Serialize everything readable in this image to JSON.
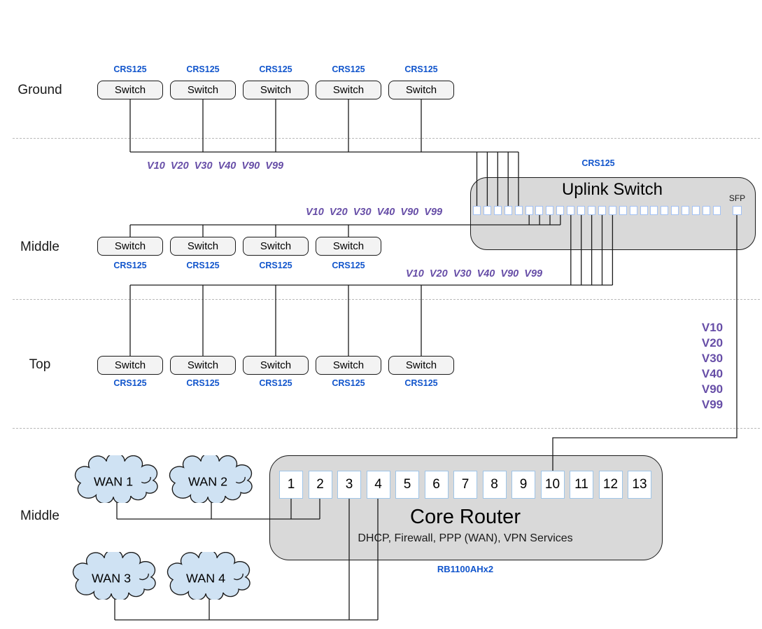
{
  "floors": {
    "ground": {
      "label": "Ground",
      "model": "CRS125",
      "switch_label": "Switch",
      "switch_count": 5,
      "vlan_label": "V10  V20  V30  V40  V90  V99"
    },
    "middle": {
      "label": "Middle",
      "model": "CRS125",
      "switch_label": "Switch",
      "switch_count": 4,
      "vlan_label": "V10  V20  V30  V40  V90  V99"
    },
    "top": {
      "label": "Top",
      "model": "CRS125",
      "switch_label": "Switch",
      "switch_count": 5,
      "vlan_label": "V10  V20  V30  V40  V90  V99"
    },
    "bottom": {
      "label": "Middle"
    }
  },
  "uplink": {
    "title": "Uplink Switch",
    "model": "CRS125",
    "sfp_label": "SFP",
    "port_count": 24
  },
  "vlan_stack": [
    "V10",
    "V20",
    "V30",
    "V40",
    "V90",
    "V99"
  ],
  "router": {
    "title": "Core Router",
    "subtitle": "DHCP, Firewall, PPP (WAN), VPN Services",
    "model": "RB1100AHx2",
    "ports": [
      "1",
      "2",
      "3",
      "4",
      "5",
      "6",
      "7",
      "8",
      "9",
      "10",
      "11",
      "12",
      "13"
    ]
  },
  "wan_clouds": [
    "WAN 1",
    "WAN 2",
    "WAN 3",
    "WAN 4"
  ],
  "colors": {
    "model_blue": "#1155cc",
    "vlan_purple": "#674ea7",
    "device_gray": "#d9d9d9",
    "switch_gray": "#f3f3f3",
    "cloud_blue": "#cfe2f3",
    "port_border_blue": "#a4c2f4"
  }
}
